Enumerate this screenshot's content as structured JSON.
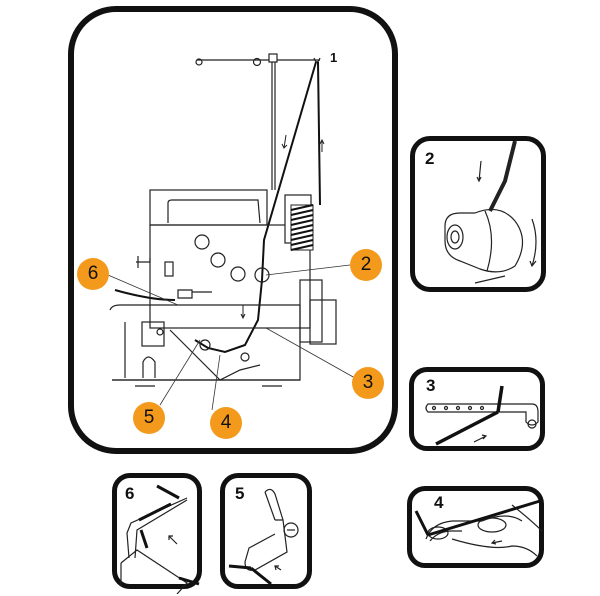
{
  "diagram": {
    "subject": "Overlocker thread path",
    "accent_color": "#f39a1c",
    "main_view": {
      "top_label": "1",
      "callouts": [
        {
          "id": "2",
          "label": "2",
          "points_to": "tension-dial"
        },
        {
          "id": "3",
          "label": "3",
          "points_to": "thread-guide-bar"
        },
        {
          "id": "4",
          "label": "4",
          "points_to": "looper-eyes"
        },
        {
          "id": "5",
          "label": "5",
          "points_to": "needle-bar-guide"
        },
        {
          "id": "6",
          "label": "6",
          "points_to": "needle-eye"
        }
      ]
    },
    "insets": [
      {
        "id": "2",
        "label": "2",
        "depicts": "tension dial with thread wrapping"
      },
      {
        "id": "3",
        "label": "3",
        "depicts": "thread guide bar with screw"
      },
      {
        "id": "4",
        "label": "4",
        "depicts": "looper eyes with thread"
      },
      {
        "id": "6",
        "label": "6",
        "depicts": "needle threading"
      },
      {
        "id": "5",
        "label": "5",
        "depicts": "needle clamp guide with screw"
      }
    ]
  }
}
